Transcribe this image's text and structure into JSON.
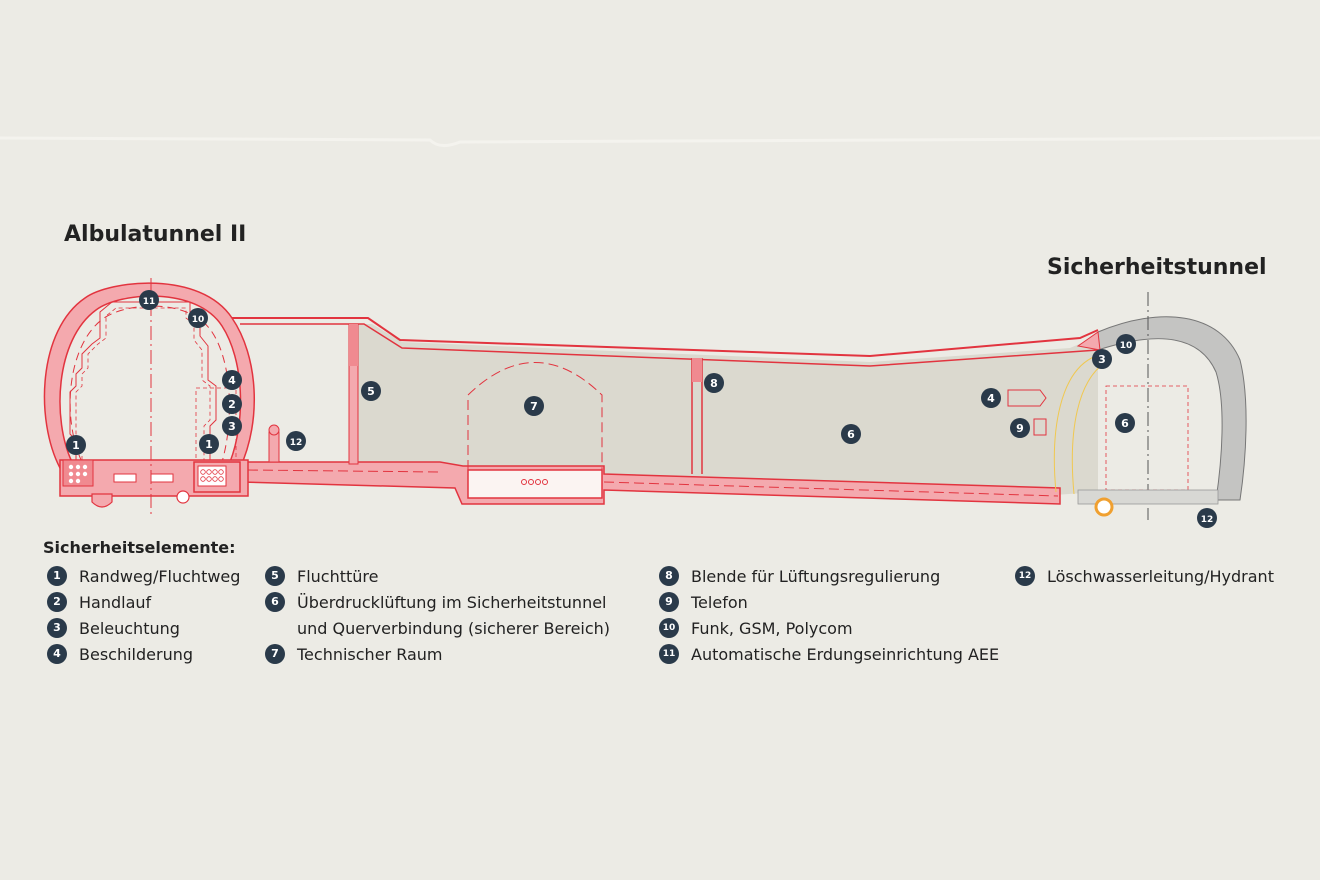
{
  "titles": {
    "left_tunnel": "Albulatunnel II",
    "right_tunnel": "Sicherheitstunnel"
  },
  "colors": {
    "background": "#ecebe5",
    "red_line": "#e2343f",
    "pink_fill": "#f4a9ae",
    "beige_fill": "#dbd9cf",
    "gray_rock": "#c4c4c2",
    "badge": "#2a3a4a",
    "yellow_line": "#f0c850"
  },
  "markers": [
    {
      "id": "m-albula-1",
      "label": "1"
    },
    {
      "id": "m-albula-1b",
      "label": "1"
    },
    {
      "id": "m-albula-2",
      "label": "2"
    },
    {
      "id": "m-albula-3",
      "label": "3"
    },
    {
      "id": "m-albula-4",
      "label": "4"
    },
    {
      "id": "m-albula-10",
      "label": "10"
    },
    {
      "id": "m-albula-11",
      "label": "11"
    },
    {
      "id": "m-albula-12",
      "label": "12"
    },
    {
      "id": "m-5",
      "label": "5"
    },
    {
      "id": "m-7",
      "label": "7"
    },
    {
      "id": "m-8",
      "label": "8"
    },
    {
      "id": "m-6",
      "label": "6"
    },
    {
      "id": "m-4",
      "label": "4"
    },
    {
      "id": "m-9",
      "label": "9"
    },
    {
      "id": "m-st-3",
      "label": "3"
    },
    {
      "id": "m-st-10",
      "label": "10"
    },
    {
      "id": "m-st-6",
      "label": "6"
    },
    {
      "id": "m-st-12",
      "label": "12"
    }
  ],
  "legend": {
    "heading": "Sicherheitselemente:",
    "columns": [
      [
        {
          "num": "1",
          "text": "Randweg/Fluchtweg"
        },
        {
          "num": "2",
          "text": "Handlauf"
        },
        {
          "num": "3",
          "text": "Beleuchtung"
        },
        {
          "num": "4",
          "text": "Beschilderung"
        }
      ],
      [
        {
          "num": "5",
          "text": "Fluchttüre"
        },
        {
          "num": "6",
          "text": "Überdrucklüftung im Sicherheitstunnel\nund Querverbindung (sicherer Bereich)"
        },
        {
          "num": "7",
          "text": "Technischer Raum"
        }
      ],
      [
        {
          "num": "8",
          "text": "Blende für Lüftungsregulierung"
        },
        {
          "num": "9",
          "text": "Telefon"
        },
        {
          "num": "10",
          "text": "Funk, GSM, Polycom"
        },
        {
          "num": "11",
          "text": "Automatische Erdungseinrichtung AEE"
        }
      ],
      [
        {
          "num": "12",
          "text": "Löschwasserleitung/Hydrant"
        }
      ]
    ]
  }
}
